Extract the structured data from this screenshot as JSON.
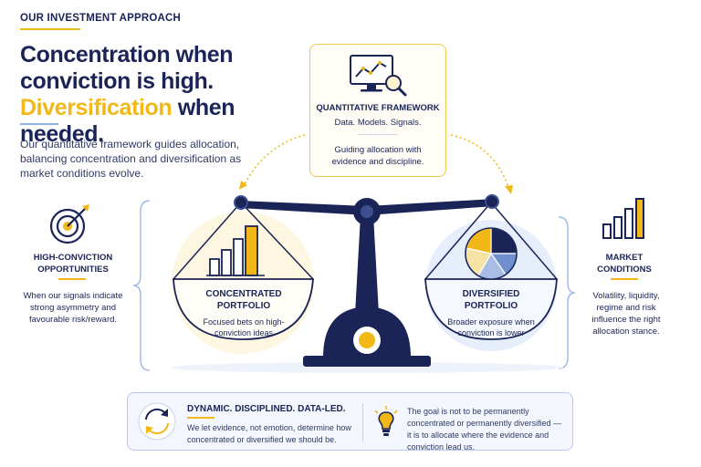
{
  "header": {
    "eyebrow": "OUR INVESTMENT APPROACH",
    "headline_line1": "Concentration when",
    "headline_line2": "conviction is high.",
    "headline_highlight": "Diversification",
    "headline_rest": " when needed.",
    "intro": "Our quantitative framework guides allocation, balancing concentration and diversification as market conditions evolve."
  },
  "framework": {
    "title": "QUANTITATIVE FRAMEWORK",
    "subtitle": "Data. Models. Signals.",
    "description": "Guiding allocation with evidence and discipline.",
    "icon": "monitor-magnifier-chart-icon"
  },
  "left_panel": {
    "title": "HIGH-CONVICTION OPPORTUNITIES",
    "description": "When our signals indicate strong asymmetry and favourable risk/reward.",
    "icon": "target-arrow-icon"
  },
  "right_panel": {
    "title": "MARKET CONDITIONS",
    "description": "Volatility, liquidity, regime and risk influence the right allocation stance.",
    "icon": "bar-chart-icon"
  },
  "concentrated": {
    "title": "CONCENTRATED PORTFOLIO",
    "description": "Focused bets on high-conviction ideas",
    "icon": "bar-chart-icon"
  },
  "diversified": {
    "title": "DIVERSIFIED PORTFOLIO",
    "description": "Broader exposure when conviction is lower",
    "icon": "pie-chart-icon"
  },
  "bottom": {
    "title": "DYNAMIC. DISCIPLINED. DATA-LED.",
    "description": "We let evidence, not emotion, determine how concentrated or diversified we should be.",
    "quote": "The goal is not to be permanently concentrated or permanently diversified — it is to allocate where the evidence and conviction lead us.",
    "cycle_icon": "cycle-arrows-icon",
    "bulb_icon": "lightbulb-icon"
  },
  "colors": {
    "navy": "#1a2456",
    "gold": "#f2b817",
    "light_blue": "#8fb0e8",
    "pale_blue": "#e6eefb"
  }
}
